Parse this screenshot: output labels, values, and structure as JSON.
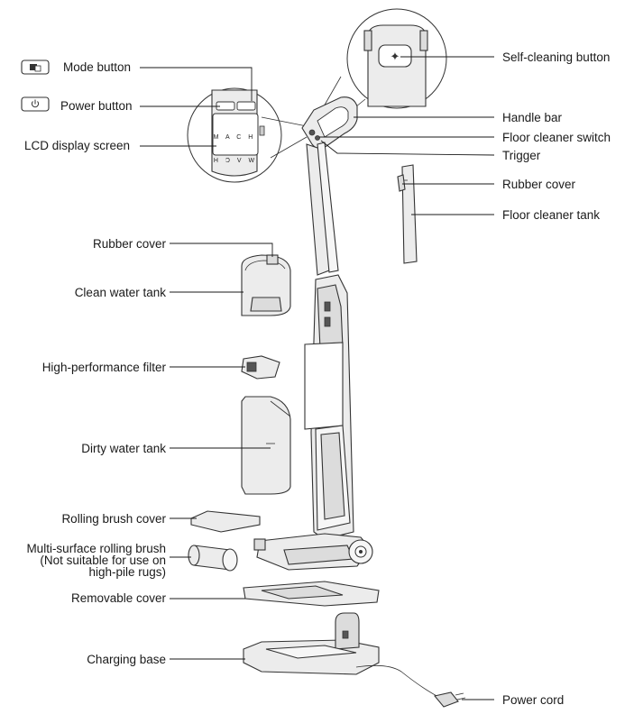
{
  "labels": {
    "mode_button": "Mode button",
    "power_button": "Power button",
    "lcd_display": "LCD display screen",
    "rubber_cover_left": "Rubber cover",
    "clean_water_tank": "Clean water tank",
    "filter": "High-performance filter",
    "dirty_water_tank": "Dirty water tank",
    "rolling_brush_cover": "Rolling brush cover",
    "rolling_brush_line1": "Multi-surface rolling brush",
    "rolling_brush_line2": "(Not suitable for use on",
    "rolling_brush_line3": "high-pile rugs)",
    "removable_cover": "Removable cover",
    "charging_base": "Charging base",
    "self_cleaning_button": "Self-cleaning button",
    "handle_bar": "Handle bar",
    "floor_cleaner_switch": "Floor cleaner switch",
    "trigger": "Trigger",
    "rubber_cover_right": "Rubber cover",
    "floor_cleaner_tank": "Floor cleaner tank",
    "power_cord": "Power cord"
  },
  "screen_brand": "M A C H",
  "screen_brand_bottom": "H Ɔ V W",
  "icons": {
    "mode": "mode-icon",
    "power": "power-icon",
    "self_clean": "sparkle-icon"
  }
}
